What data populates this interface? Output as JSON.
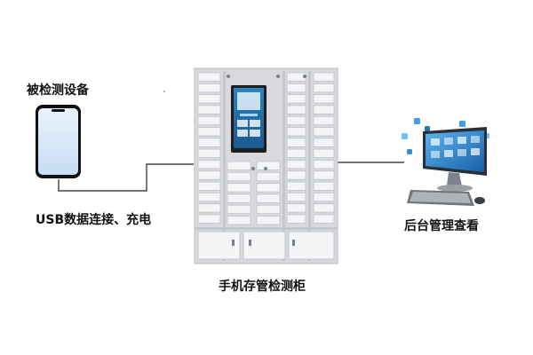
{
  "labels": {
    "device": "被检测设备",
    "usb": "USB数据连接、充电",
    "cabinet": "手机存管检测柜",
    "backend": "后台管理查看"
  },
  "colors": {
    "cabinet_body": "#d7d9dc",
    "cabinet_frame": "#c3c6ca",
    "locker_door": "#f4f5f6",
    "screen_bg": "#1f6fa8",
    "phone_screen": "#d5e6f7",
    "line": "#222222",
    "monitor_screen": "#2f8fd6"
  }
}
